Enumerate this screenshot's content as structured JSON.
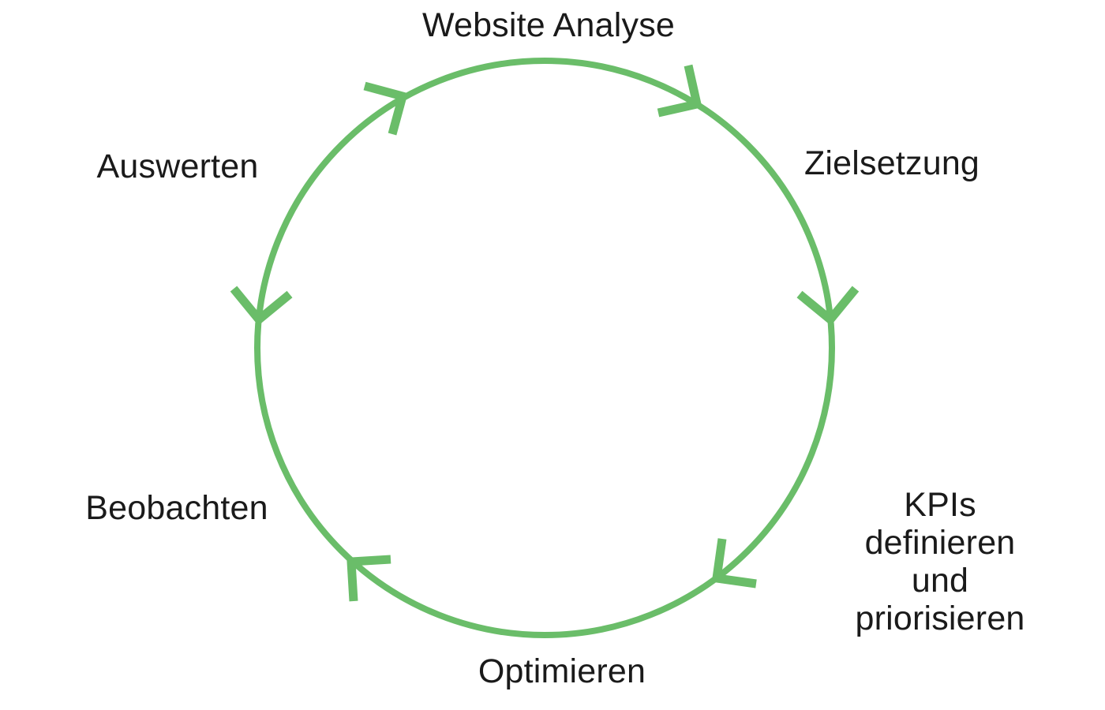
{
  "diagram": {
    "type": "cycle",
    "direction": "clockwise",
    "ring_color": "#6abd69",
    "text_color": "#1a1a1a",
    "background_color": "#ffffff",
    "stages": [
      {
        "label": "Website Analyse",
        "position": "top"
      },
      {
        "label": "Zielsetzung",
        "position": "upper-right"
      },
      {
        "label": "KPIs definieren\nund priorisieren",
        "position": "lower-right"
      },
      {
        "label": "Optimieren",
        "position": "bottom"
      },
      {
        "label": "Beobachten",
        "position": "lower-left"
      },
      {
        "label": "Auswerten",
        "position": "upper-left"
      }
    ]
  }
}
